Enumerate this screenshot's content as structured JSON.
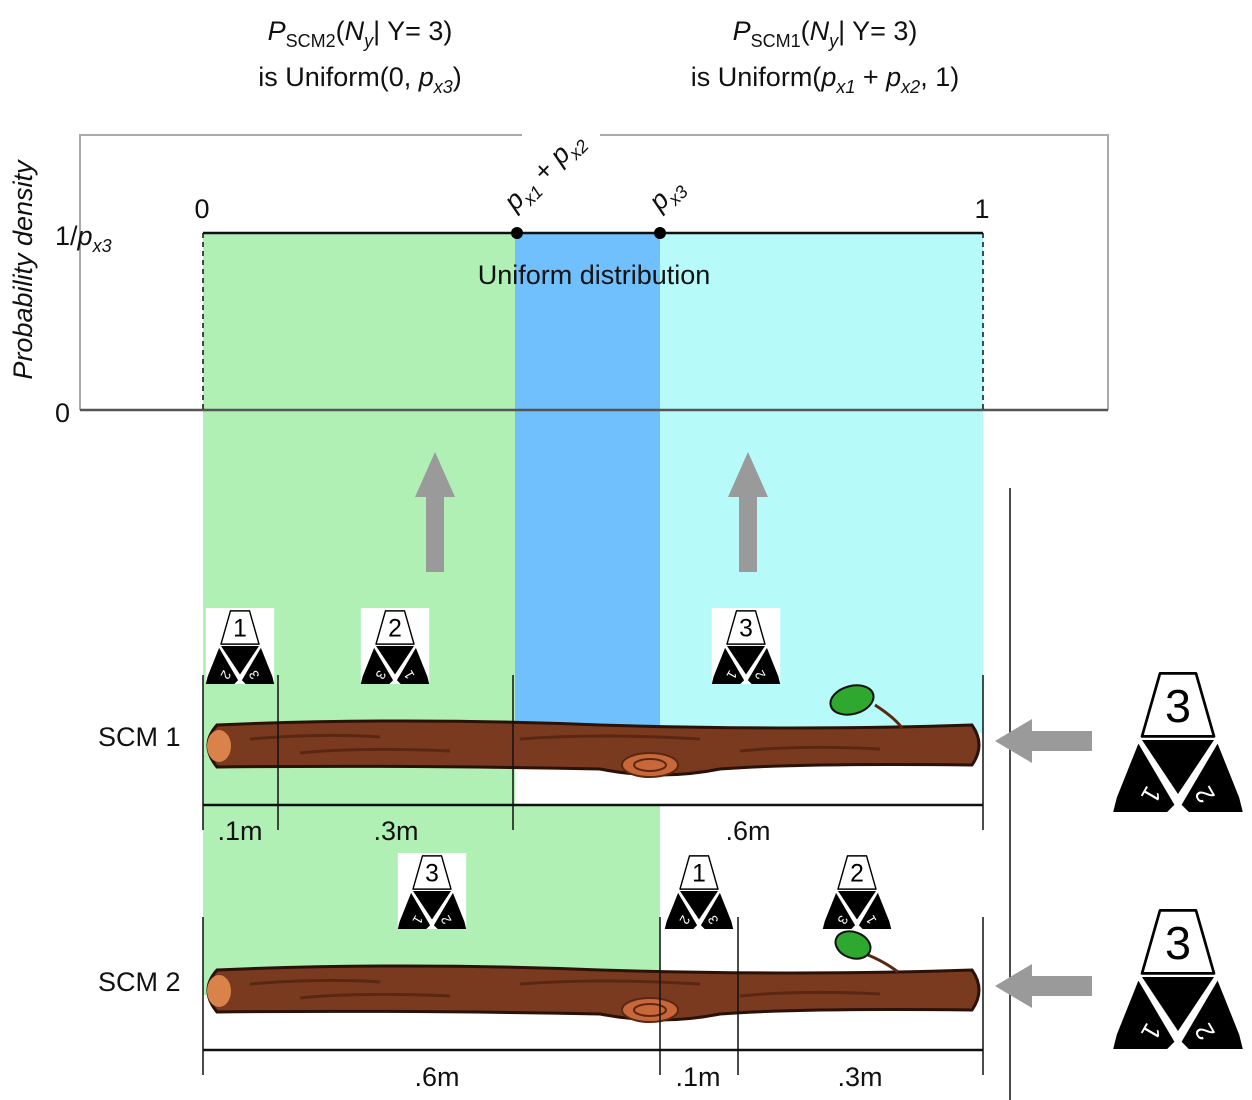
{
  "titles": {
    "left": {
      "p": "P",
      "sub": "SCM2",
      "open": "(",
      "n": "N",
      "nsub": "y",
      "rest": "| Y= 3)",
      "line2a": "is Uniform(0, ",
      "pvar": "p",
      "psub": "x3",
      "line2b": ")"
    },
    "right": {
      "p": "P",
      "sub": "SCM1",
      "open": "(",
      "n": "N",
      "nsub": "y",
      "rest": "| Y= 3)",
      "line2a": "is Uniform(",
      "p1": "p",
      "p1sub": "x1",
      "plus": " + ",
      "p2": "p",
      "p2sub": "x2",
      "line2b": ", 1)"
    }
  },
  "axis": {
    "ylabel": "Probability density",
    "y_top": {
      "a": "1/",
      "p": "p",
      "sub": "x3"
    },
    "y_zero": "0",
    "x_zero": "0",
    "x_one": "1",
    "marker1": {
      "p1": "p",
      "s1": "x1",
      "plus": " + ",
      "p2": "p",
      "s2": "x2"
    },
    "marker2": {
      "p": "p",
      "s": "x3"
    },
    "dist_label": "Uniform distribution"
  },
  "colors": {
    "green": "#b0f0b4",
    "blue": "#6fc0fd",
    "cyan": "#b6fafa",
    "log": "#7a3a1f",
    "log_dark": "#5a2812",
    "log_end": "#d9824a",
    "arrow": "#9a9a9a",
    "leaf": "#2fa82f"
  },
  "scm1": {
    "label": "SCM 1",
    "segments": [
      ".1m",
      ".3m",
      ".6m"
    ],
    "dice_top": [
      "1",
      "2",
      "3"
    ]
  },
  "scm2": {
    "label": "SCM 2",
    "segments": [
      ".6m",
      ".1m",
      ".3m"
    ],
    "dice_top": [
      "3",
      "1",
      "2"
    ]
  },
  "dice": {
    "scm1": [
      {
        "top": "1",
        "l": "2",
        "r": "3"
      },
      {
        "top": "2",
        "l": "3",
        "r": "1"
      },
      {
        "top": "3",
        "l": "1",
        "r": "2"
      }
    ],
    "scm2": [
      {
        "top": "3",
        "l": "1",
        "r": "2"
      },
      {
        "top": "1",
        "l": "2",
        "r": "3"
      },
      {
        "top": "2",
        "l": "3",
        "r": "1"
      }
    ],
    "input1": {
      "top": "3",
      "l": "1",
      "r": "2"
    },
    "input2": {
      "top": "3",
      "l": "1",
      "r": "2"
    }
  }
}
